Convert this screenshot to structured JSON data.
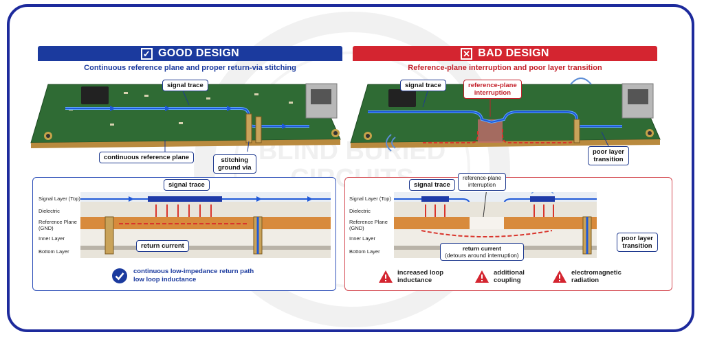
{
  "good": {
    "title": "GOOD DESIGN",
    "subtitle": "Continuous reference plane and proper return-via stitching",
    "callouts": {
      "signal_trace": "signal trace",
      "continuous_plane": "continuous reference plane",
      "stitching_via": "stitching\nground via"
    },
    "xsection": {
      "signal_trace": "signal trace",
      "return_current": "return current"
    },
    "footer_line1": "continuous low-impedance return path",
    "footer_line2": "low loop inductance"
  },
  "bad": {
    "title": "BAD DESIGN",
    "subtitle": "Reference-plane interruption and poor layer transition",
    "callouts": {
      "signal_trace": "signal trace",
      "interruption": "reference-plane\ninterruption",
      "poor_transition": "poor layer\ntransition"
    },
    "xsection": {
      "signal_trace": "signal trace",
      "interruption": "reference-plane\ninterruption",
      "return_current": "return current",
      "return_detour": "(detours around interruption)",
      "poor_transition": "poor layer\ntransition"
    },
    "warnings": [
      {
        "text": "increased loop\ninductance"
      },
      {
        "text": "additional\ncoupling"
      },
      {
        "text": "electromagnetic\nradiation"
      }
    ]
  },
  "layers": {
    "signal": "Signal Layer (Top)",
    "dielectric": "Dielectric",
    "reference": "Reference Plane\n(GND)",
    "inner": "Inner Layer",
    "bottom": "Bottom Layer"
  },
  "watermark": "BLIND BURIED CIRCUITS",
  "colors": {
    "frame": "#1d2a9c",
    "good_header": "#1b3a9e",
    "bad_header": "#d42530",
    "pcb": "#2f6b34",
    "signal": "#1e58d8",
    "return": "#d9342b",
    "copper": "#d88a3c"
  }
}
